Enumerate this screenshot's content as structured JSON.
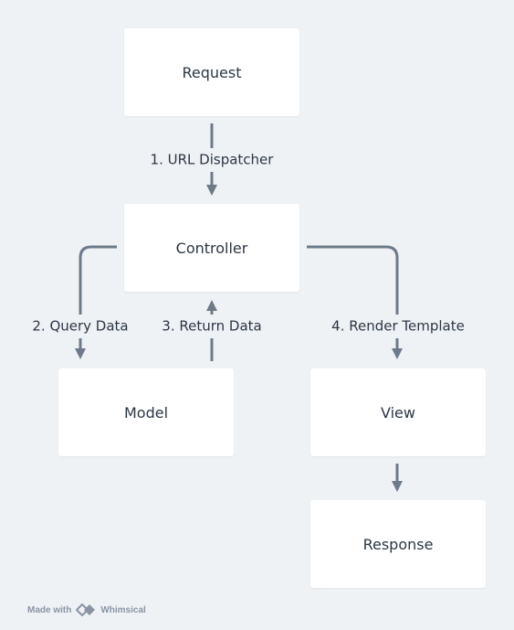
{
  "nodes": {
    "request": "Request",
    "controller": "Controller",
    "model": "Model",
    "view": "View",
    "response": "Response"
  },
  "edges": {
    "url_dispatcher": "1. URL Dispatcher",
    "query_data": "2. Query Data",
    "return_data": "3. Return Data",
    "render_template": "4. Render Template"
  },
  "watermark": {
    "made_with": "Made with",
    "brand": "Whimsical"
  },
  "colors": {
    "background": "#eff2f5",
    "node_fill": "#ffffff",
    "connector": "#6c7a89",
    "text": "#2c3644"
  }
}
